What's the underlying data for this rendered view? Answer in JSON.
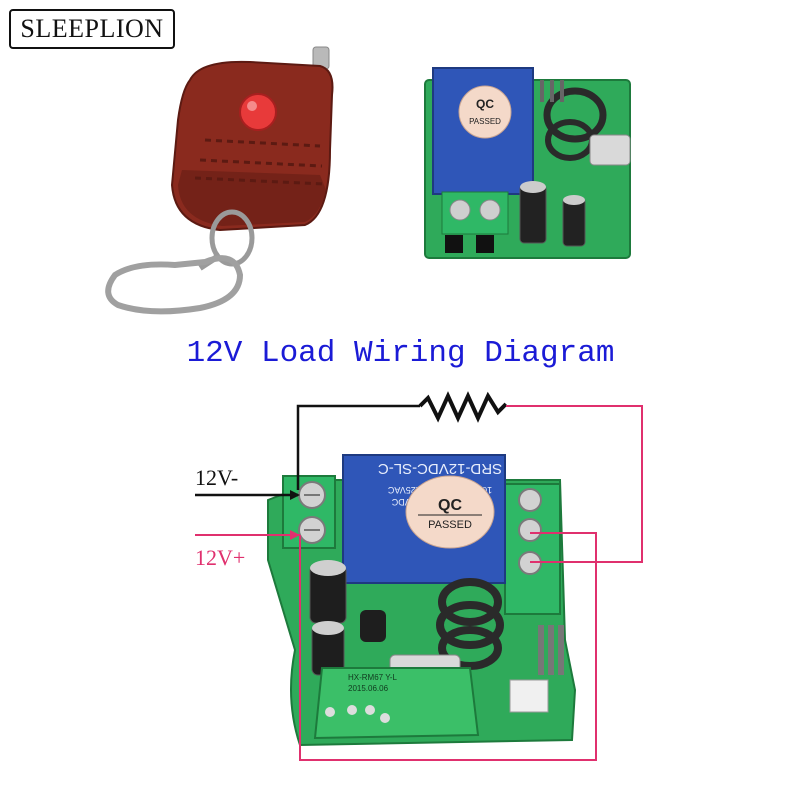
{
  "brand": {
    "name": "SLEEPLION"
  },
  "diagram": {
    "title": "12V Load Wiring Diagram",
    "neg_label": "12V-",
    "pos_label": "12V+"
  },
  "relay": {
    "model": "SRD-12VDC-SL-C",
    "rating_1": "10A 250VAC 10A 125VAC",
    "rating_2": "10A 30VDC 10A 28VDC",
    "qc": "QC",
    "passed": "PASSED"
  },
  "module": {
    "board_text_1": "HX-RM67 Y-L",
    "board_text_2": "2015.06.06"
  },
  "colors": {
    "title": "#1b1bd6",
    "wire_black": "#111111",
    "wire_pink": "#e0306e",
    "pcb": "#2faa5a",
    "relay_blue": "#2f56b8",
    "remote": "#8a2a1e",
    "button": "#e83a3a"
  }
}
